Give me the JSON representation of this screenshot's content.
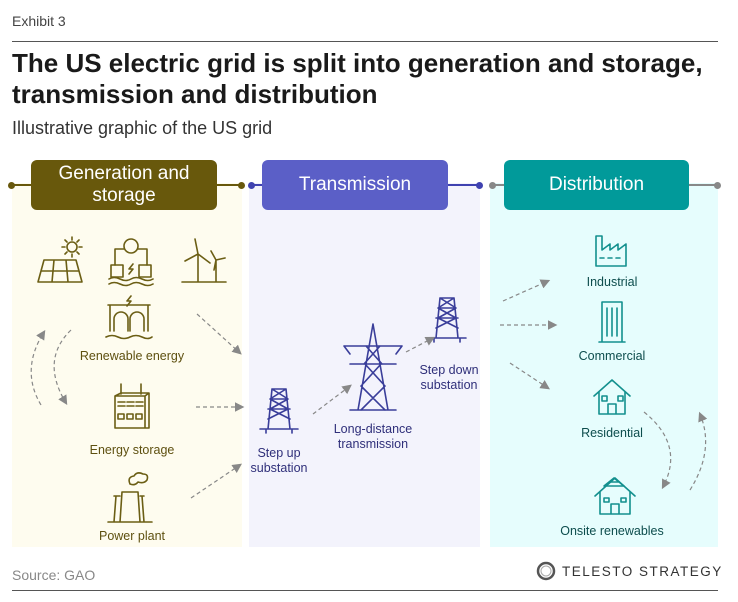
{
  "exhibit": "Exhibit 3",
  "title": "The US electric grid is split into generation and storage, transmission and distribution",
  "subtitle": "Illustrative graphic of the US grid",
  "sections": [
    {
      "header": "Generation and storage",
      "color": "#68580c",
      "bg": "#fefcef",
      "items": [
        "Renewable energy",
        "Energy storage",
        "Power plant"
      ]
    },
    {
      "header": "Transmission",
      "color": "#5b5fc7",
      "bg": "#f3f3fc",
      "items": [
        "Step up substation",
        "Long-distance transmission",
        "Step down substation"
      ]
    },
    {
      "header": "Distribution",
      "color": "#019a9a",
      "bg": "#e6fdfd",
      "items": [
        "Industrial",
        "Commercial",
        "Residential",
        "Onsite renewables"
      ]
    }
  ],
  "source": "Source: GAO",
  "logo": "TELESTO STRATEGY"
}
